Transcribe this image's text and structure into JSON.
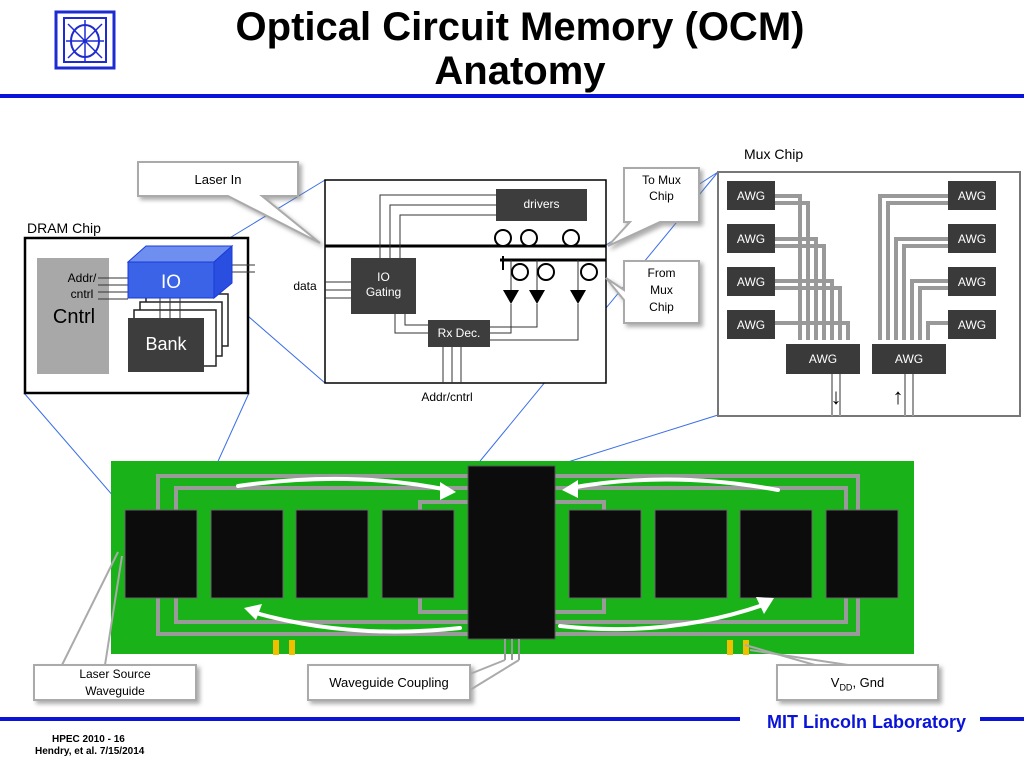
{
  "header": {
    "title_line1": "Optical Circuit Memory (OCM)",
    "title_line2": "Anatomy"
  },
  "callouts": {
    "laser_in": "Laser In",
    "to_mux_chip": "To Mux\nChip",
    "from_mux_chip": "From\nMux\nChip",
    "laser_source_waveguide": "Laser Source\nWaveguide",
    "waveguide_coupling": "Waveguide Coupling",
    "vdd_main": "V",
    "vdd_sub": "DD",
    "vdd_rest": ", Gnd"
  },
  "dram": {
    "label": "DRAM Chip",
    "addr_cntrl": "Addr/\ncntrl",
    "cntrl": "Cntrl",
    "io": "IO",
    "bank": "Bank"
  },
  "io_detail": {
    "drivers": "drivers",
    "io_gating": "IO\nGating",
    "rx_dec": "Rx Dec.",
    "data": "data",
    "addr_cntrl": "Addr/cntrl"
  },
  "mux": {
    "label": "Mux Chip",
    "awg": "AWG",
    "arrow_down": "↓",
    "arrow_up": "↑"
  },
  "footer": {
    "line1": "HPEC 2010 - 16",
    "line2": "Hendry, et al. 7/15/2014",
    "brand": "MIT Lincoln Laboratory"
  },
  "colors": {
    "accent_blue": "#0a14d8",
    "board_green": "#19b219",
    "chip_black": "#0c0c0c",
    "awg_dark": "#3a3a3a",
    "io_blue": "#3a63e8"
  }
}
